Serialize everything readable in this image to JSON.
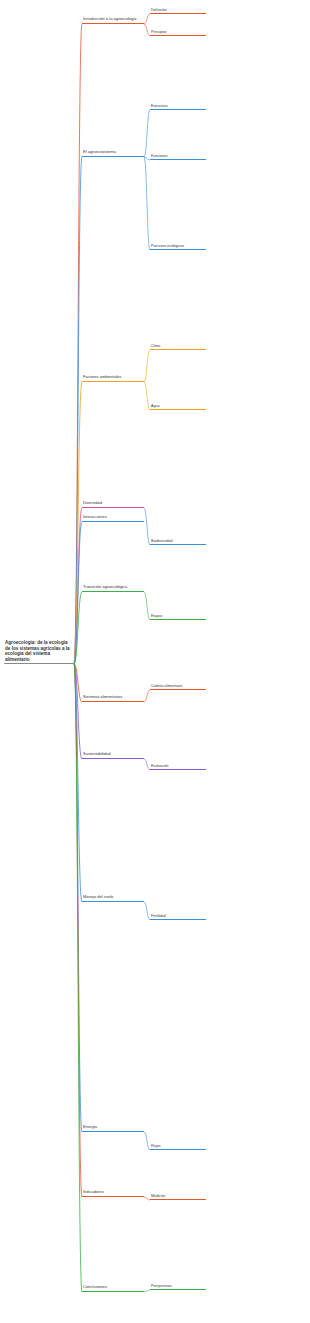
{
  "diagram": {
    "nodes": [
      {
        "text": [
          "Agroecologia: de la ecología de los sistemas agrícolas a la ecología del sistema alimentario"
        ]
      },
      {
        "text": [
          "Introducción a la agroecología"
        ]
      },
      {
        "text": [
          "El agroecosistema"
        ]
      },
      {
        "text": [
          "Factores ambientales"
        ]
      },
      {
        "text": [
          "Diversidad"
        ]
      },
      {
        "text": [
          "Interacciones"
        ]
      },
      {
        "text": [
          "Transición agroecológica"
        ]
      },
      {
        "text": [
          "Sistemas alimentarios"
        ]
      },
      {
        "text": [
          "Sustentabilidad"
        ]
      },
      {
        "text": [
          "Manejo del suelo"
        ]
      },
      {
        "text": [
          "Energía"
        ]
      },
      {
        "text": [
          "Indicadores"
        ]
      },
      {
        "text": [
          "Conclusiones"
        ]
      },
      {
        "text": [
          "Definición"
        ]
      },
      {
        "text": [
          "Principios"
        ]
      },
      {
        "text": [
          "Estructura"
        ]
      },
      {
        "text": [
          "Funciones"
        ]
      },
      {
        "text": [
          "Procesos ecológicos"
        ]
      },
      {
        "text": [
          "Clima"
        ]
      },
      {
        "text": [
          "Agua"
        ]
      },
      {
        "text": [
          "Biodiversidad"
        ]
      },
      {
        "text": [
          "Etapas"
        ]
      },
      {
        "text": [
          "Cadena alimentaria"
        ]
      },
      {
        "text": [
          "Evaluación"
        ]
      },
      {
        "text": [
          "Fertilidad"
        ]
      },
      {
        "text": [
          "Flujos"
        ]
      },
      {
        "text": [
          "Medición"
        ]
      },
      {
        "text": [
          "Perspectivas"
        ]
      }
    ],
    "edges": [
      {
        "from": 0,
        "to": 1,
        "arrow": "none"
      },
      {
        "from": 0,
        "to": 2,
        "arrow": "none"
      },
      {
        "from": 0,
        "to": 3,
        "arrow": "none"
      },
      {
        "from": 0,
        "to": 4,
        "arrow": "none"
      },
      {
        "from": 0,
        "to": 5,
        "arrow": "none"
      },
      {
        "from": 0,
        "to": 6,
        "arrow": "none"
      },
      {
        "from": 0,
        "to": 7,
        "arrow": "none"
      },
      {
        "from": 0,
        "to": 8,
        "arrow": "none"
      },
      {
        "from": 0,
        "to": 9,
        "arrow": "none"
      },
      {
        "from": 0,
        "to": 10,
        "arrow": "none"
      },
      {
        "from": 0,
        "to": 11,
        "arrow": "none"
      },
      {
        "from": 0,
        "to": 12,
        "arrow": "none"
      },
      {
        "from": 1,
        "to": 13,
        "arrow": "none"
      },
      {
        "from": 1,
        "to": 14,
        "arrow": "none"
      },
      {
        "from": 2,
        "to": 15,
        "arrow": "none"
      },
      {
        "from": 2,
        "to": 16,
        "arrow": "none"
      },
      {
        "from": 2,
        "to": 17,
        "arrow": "none"
      },
      {
        "from": 3,
        "to": 18,
        "arrow": "none"
      },
      {
        "from": 3,
        "to": 19,
        "arrow": "none"
      },
      {
        "from": 4,
        "to": 20,
        "arrow": "none"
      },
      {
        "from": 6,
        "to": 21,
        "arrow": "none"
      },
      {
        "from": 7,
        "to": 22,
        "arrow": "none"
      },
      {
        "from": 8,
        "to": 23,
        "arrow": "none"
      },
      {
        "from": 9,
        "to": 24,
        "arrow": "none"
      },
      {
        "from": 10,
        "to": 25,
        "arrow": "none"
      },
      {
        "from": 11,
        "to": 26,
        "arrow": "none"
      },
      {
        "from": 12,
        "to": 27,
        "arrow": "none"
      }
    ]
  }
}
